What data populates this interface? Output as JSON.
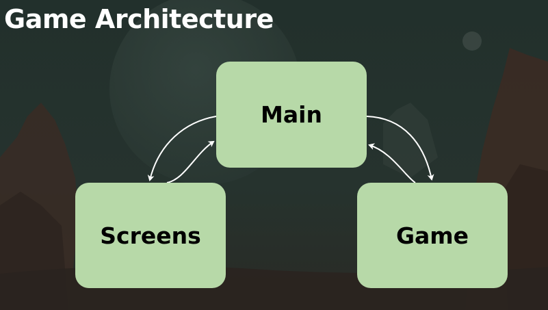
{
  "slide": {
    "title": "Game Architecture"
  },
  "nodes": {
    "main": "Main",
    "screens": "Screens",
    "game": "Game"
  },
  "colors": {
    "node_fill": "#b7d9a8",
    "arrow": "#ffffff",
    "background": "#1f2b27",
    "title": "#ffffff"
  }
}
